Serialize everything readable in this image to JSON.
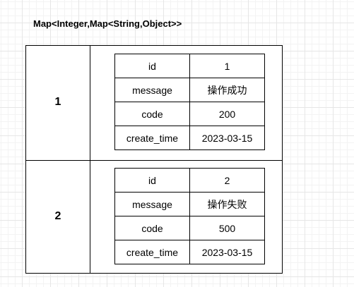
{
  "title": "Map<Integer,Map<String,Object>>",
  "entries": [
    {
      "key": "1",
      "rows": [
        {
          "field": "id",
          "value": "1"
        },
        {
          "field": "message",
          "value": "操作成功"
        },
        {
          "field": "code",
          "value": "200"
        },
        {
          "field": "create_time",
          "value": "2023-03-15"
        }
      ]
    },
    {
      "key": "2",
      "rows": [
        {
          "field": "id",
          "value": "2"
        },
        {
          "field": "message",
          "value": "操作失败"
        },
        {
          "field": "code",
          "value": "500"
        },
        {
          "field": "create_time",
          "value": "2023-03-15"
        }
      ]
    }
  ]
}
